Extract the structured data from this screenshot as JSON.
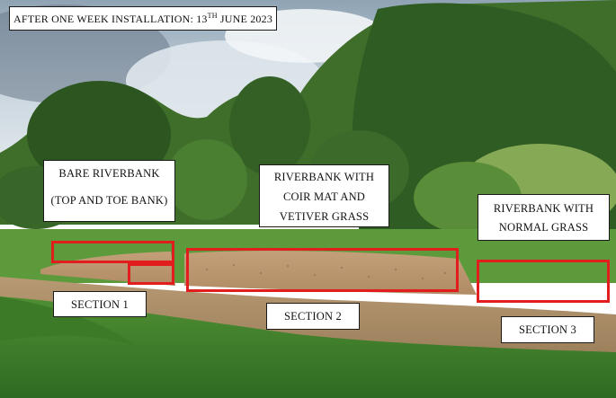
{
  "title": {
    "prefix": "AFTER ONE WEEK INSTALLATION: 13",
    "ordinal": "TH",
    "suffix": " JUNE 2023"
  },
  "labels": {
    "bare": {
      "line1": "BARE RIVERBANK",
      "line2": "(TOP AND TOE BANK)"
    },
    "coir": {
      "line1": "RIVERBANK WITH",
      "line2": "COIR MAT AND",
      "line3": "VETIVER GRASS"
    },
    "normal": {
      "line1": "RIVERBANK WITH",
      "line2": "NORMAL GRASS"
    },
    "section1": "SECTION 1",
    "section2": "SECTION 2",
    "section3": "SECTION 3"
  },
  "colors": {
    "highlight_box": "#e21d1d"
  }
}
